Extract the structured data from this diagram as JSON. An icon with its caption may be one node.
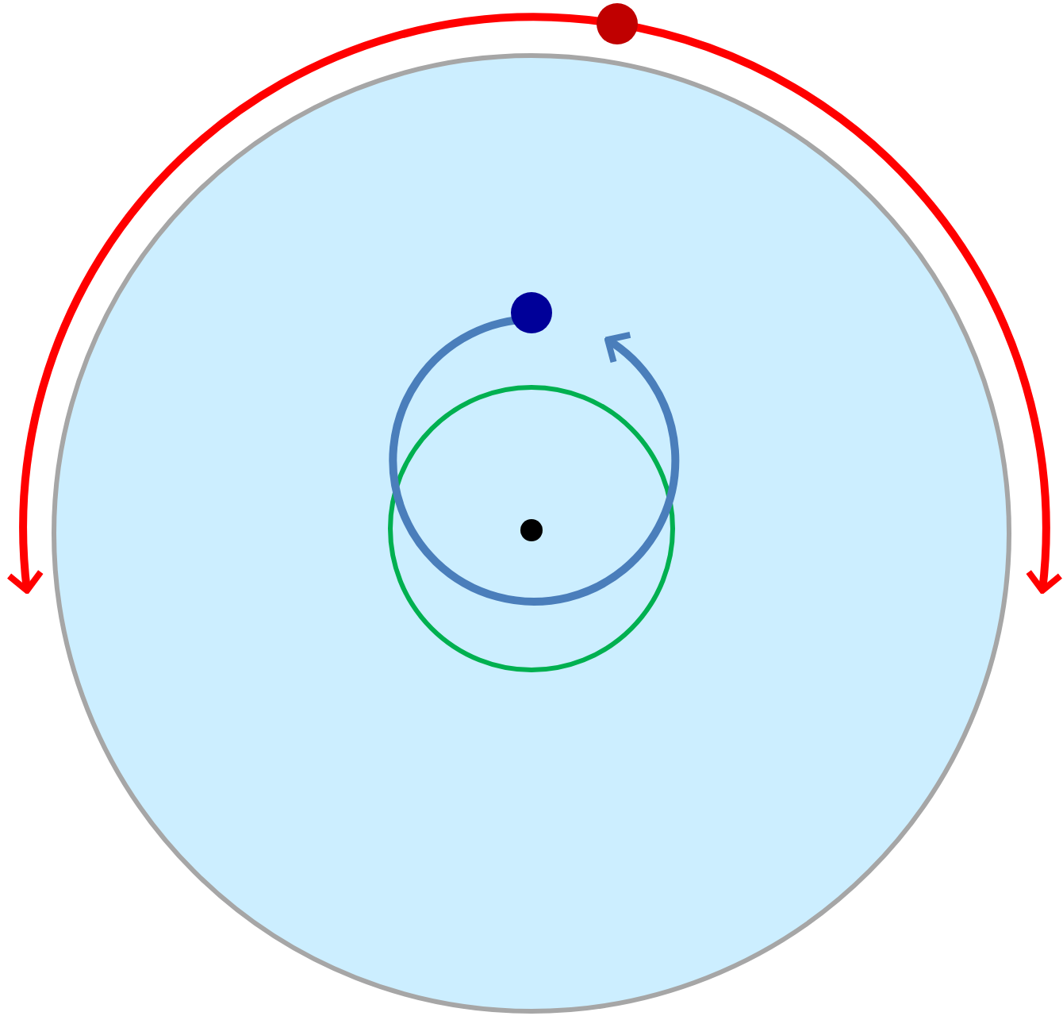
{
  "diagram": {
    "nodes": [
      {
        "text": [],
        "shape": "circle"
      },
      {
        "text": [],
        "shape": "circle",
        "in": 0
      },
      {
        "text": [],
        "shape": "circle",
        "in": 1
      },
      {
        "text": [],
        "shape": "circle",
        "in": 0
      },
      {
        "text": [],
        "shape": "circle"
      }
    ]
  }
}
